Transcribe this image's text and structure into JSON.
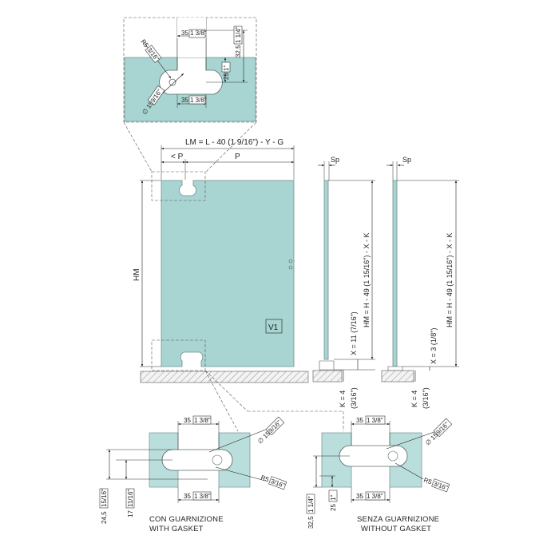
{
  "detail_top": {
    "dim_width": "35",
    "dim_width_in": "1 3/8\"",
    "dim_height": "32,5",
    "dim_height_in": "1 1/4\"",
    "dim_center": "25",
    "dim_center_in": "1\"",
    "radius": "R5",
    "radius_in": "3/16\"",
    "diameter": "∅ 15",
    "diameter_in": "9/16\"",
    "dim_width_bottom": "35",
    "dim_width_bottom_in": "1 3/8\""
  },
  "front": {
    "lm_formula": "LM = L - 40 (1  9/16\") - Y - G",
    "p_small": "< P",
    "p_label": "P",
    "hm_label": "HM",
    "panel_tag": "V1"
  },
  "side_a": {
    "sp": "Sp",
    "hm_formula": "HM = H - 49 (1 15/16\") - X - K",
    "x_formula": "X = 11 (7/16\")",
    "k_formula": "K = 4",
    "k_in": "(3/16\")"
  },
  "side_b": {
    "sp": "Sp",
    "hm_formula": "HM = H - 49 (1 15/16\") - X - K",
    "x_formula": "X = 3 (1/8\")",
    "k_formula": "K = 4",
    "k_in": "(3/16\")"
  },
  "detail_gasket": {
    "dim_width": "35",
    "dim_width_in": "1 3/8\"",
    "diameter": "∅ 15",
    "diameter_in": "9/16\"",
    "dim_height": "24,5",
    "dim_height_in": "15/16\"",
    "dim_center": "17",
    "dim_center_in": "11/16\"",
    "radius": "R5",
    "radius_in": "3/16\"",
    "dim_width_bottom": "35",
    "dim_width_bottom_in": "1 3/8\"",
    "caption_it": "CON GUARNIZIONE",
    "caption_en": "WITH GASKET"
  },
  "detail_no_gasket": {
    "dim_width": "35",
    "dim_width_in": "1 3/8\"",
    "diameter": "∅ 15",
    "diameter_in": "9/16\"",
    "dim_center": "25",
    "dim_center_in": "1\"",
    "dim_height": "32,5",
    "dim_height_in": "1 1/4\"",
    "radius": "R5",
    "radius_in": "3/16\"",
    "dim_width_bottom": "35",
    "dim_width_bottom_in": "1 3/8\"",
    "caption_it": "SENZA GUARNIZIONE",
    "caption_en": "WITHOUT GASKET"
  }
}
